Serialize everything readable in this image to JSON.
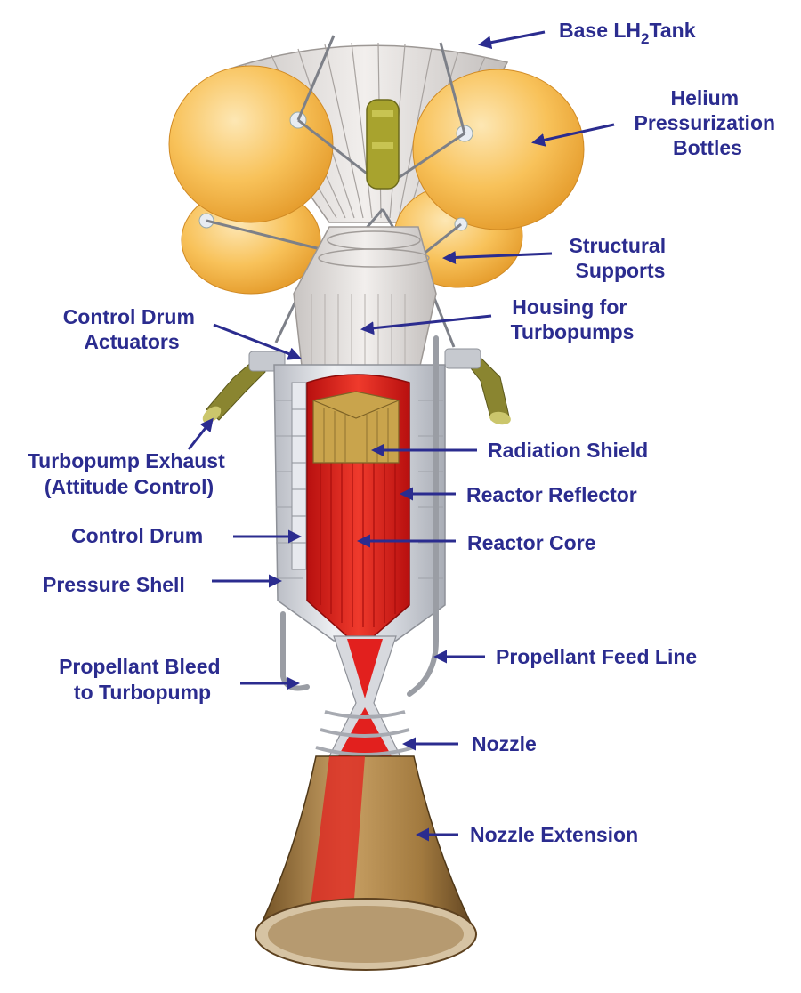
{
  "labels": {
    "base_tank_prefix": "Base LH",
    "base_tank_sub": "2",
    "base_tank_suffix": "Tank",
    "helium_1": "Helium",
    "helium_2": "Pressurization",
    "helium_3": "Bottles",
    "structural_1": "Structural",
    "structural_2": "Supports",
    "housing_1": "Housing for",
    "housing_2": "Turbopumps",
    "control_drum_actuators_1": "Control Drum",
    "control_drum_actuators_2": "Actuators",
    "turbopump_exhaust_1": "Turbopump Exhaust",
    "turbopump_exhaust_2": "(Attitude Control)",
    "radiation_shield": "Radiation Shield",
    "reactor_reflector": "Reactor Reflector",
    "control_drum": "Control Drum",
    "reactor_core": "Reactor Core",
    "pressure_shell": "Pressure Shell",
    "propellant_feed_line": "Propellant Feed Line",
    "propellant_bleed_1": "Propellant Bleed",
    "propellant_bleed_2": "to Turbopump",
    "nozzle": "Nozzle",
    "nozzle_extension": "Nozzle Extension"
  },
  "colors": {
    "label_text": "#2b2c8f",
    "helium_bottle": "#f8c25a",
    "reactor_core": "#e2201e",
    "radiation_shield": "#c9a44c",
    "pressure_shell": "#d9dbe0",
    "nozzle_extension": "#a98348"
  }
}
